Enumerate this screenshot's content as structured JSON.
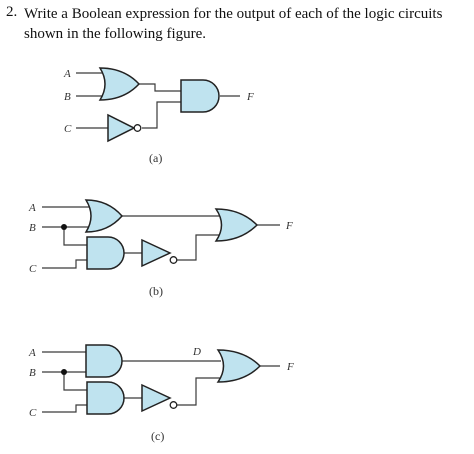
{
  "question": {
    "number": "2.",
    "text": "Write a Boolean expression for the output of each of the logic circuits shown in the following figure."
  },
  "colors": {
    "gate_fill": "#bfe3ef",
    "gate_stroke": "#222222",
    "wire": "#3a3a3a"
  },
  "figures": {
    "a": {
      "caption": "(a)",
      "inputs": [
        "A",
        "B",
        "C"
      ],
      "output": "F"
    },
    "b": {
      "caption": "(b)",
      "inputs": [
        "A",
        "B",
        "C"
      ],
      "output": "F"
    },
    "c": {
      "caption": "(c)",
      "inputs": [
        "A",
        "B",
        "C"
      ],
      "wire_label": "D",
      "output": "F"
    }
  }
}
